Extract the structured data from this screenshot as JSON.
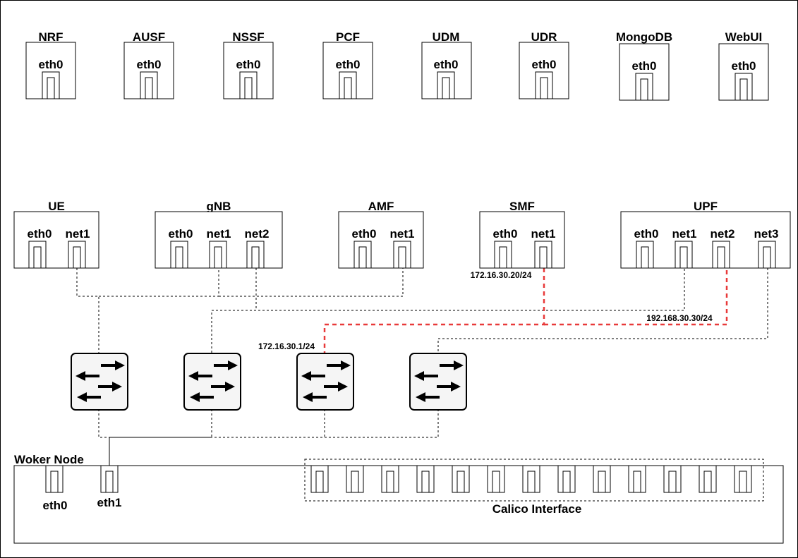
{
  "top_nfs": [
    {
      "name": "NRF",
      "port": "eth0"
    },
    {
      "name": "AUSF",
      "port": "eth0"
    },
    {
      "name": "NSSF",
      "port": "eth0"
    },
    {
      "name": "PCF",
      "port": "eth0"
    },
    {
      "name": "UDM",
      "port": "eth0"
    },
    {
      "name": "UDR",
      "port": "eth0"
    },
    {
      "name": "MongoDB",
      "port": "eth0"
    },
    {
      "name": "WebUI",
      "port": "eth0"
    }
  ],
  "mid_nfs": [
    {
      "name": "UE",
      "ports": [
        "eth0",
        "net1"
      ]
    },
    {
      "name": "gNB",
      "ports": [
        "eth0",
        "net1",
        "net2"
      ]
    },
    {
      "name": "AMF",
      "ports": [
        "eth0",
        "net1"
      ]
    },
    {
      "name": "SMF",
      "ports": [
        "eth0",
        "net1"
      ]
    },
    {
      "name": "UPF",
      "ports": [
        "eth0",
        "net1",
        "net2",
        "net3"
      ]
    }
  ],
  "ip_labels": {
    "smf_net1": "172.16.30.20/24",
    "upf_net2": "192.168.30.30/24",
    "switch3": "172.16.30.1/24"
  },
  "worker": {
    "title": "Woker Node",
    "eth0": "eth0",
    "eth1": "eth1",
    "calico": "Calico Interface"
  },
  "colors": {
    "red_link": "#e83a3a",
    "switch_fill": "#f5f5f5"
  }
}
